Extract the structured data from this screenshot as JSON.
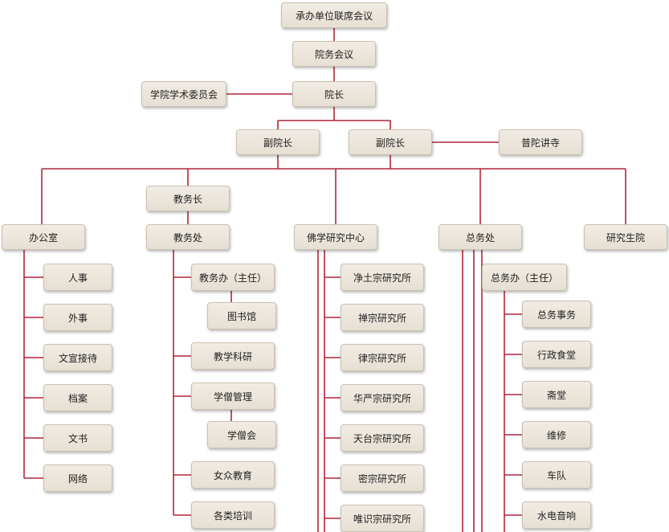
{
  "nodes": {
    "joint": "承办单位联席会议",
    "affairs": "院务会议",
    "academic": "学院学术委员会",
    "president": "院长",
    "vp1": "副院长",
    "vp2": "副院长",
    "putuo": "普陀讲寺",
    "provost": "教务长",
    "office": "办公室",
    "teaching": "教务处",
    "buddhist": "佛学研究中心",
    "general": "总务处",
    "graduate": "研究生院",
    "hr": "人事",
    "foreign": "外事",
    "reception": "文宣接待",
    "archive": "档案",
    "secretary": "文书",
    "network": "网络",
    "tadmin": "教务办（主任）",
    "library": "图书馆",
    "research": "教学科研",
    "monkmgmt": "学僧管理",
    "monkunion": "学僧会",
    "women": "女众教育",
    "training": "各类培训",
    "jingtu": "净土宗研究所",
    "chan": "禅宗研究所",
    "lv": "律宗研究所",
    "huayan": "华严宗研究所",
    "tiantai": "天台宗研究所",
    "mi": "密宗研究所",
    "weishi": "唯识宗研究所",
    "gadmin": "总务办（主任）",
    "gaffairs": "总务事务",
    "canteen": "行政食堂",
    "zhaitang": "斋堂",
    "repair": "维修",
    "fleet": "车队",
    "utilities": "水电音响"
  }
}
